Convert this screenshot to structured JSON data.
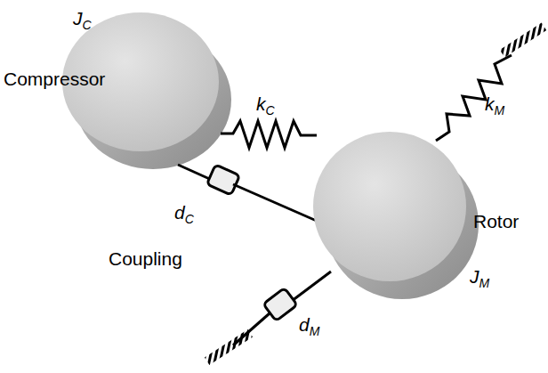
{
  "diagram": {
    "labels": [
      "JC",
      "Compressor",
      "kC",
      "kM",
      "dC",
      "Coupling",
      "Rotor",
      "JM",
      "dM"
    ]
  }
}
